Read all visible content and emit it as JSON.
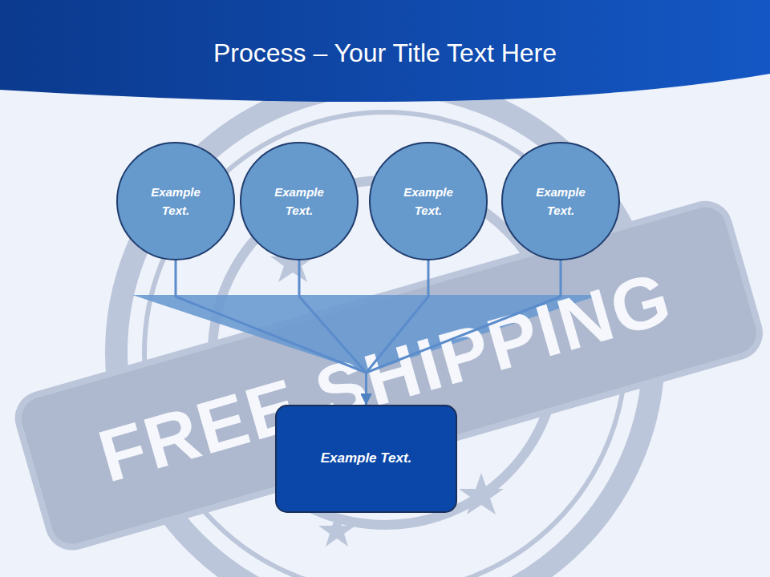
{
  "diagram": {
    "title": "Process – Your Title Text Here",
    "nodes": [
      {
        "text": [
          "Example Text."
        ]
      },
      {
        "text": [
          "Example Text."
        ]
      },
      {
        "text": [
          "Example Text."
        ]
      },
      {
        "text": [
          "Example Text."
        ]
      },
      {
        "text": [
          "Example Text."
        ]
      }
    ],
    "edges": [
      {
        "from": 0,
        "to": 4,
        "arrow": "to"
      },
      {
        "from": 1,
        "to": 4,
        "arrow": "to"
      },
      {
        "from": 2,
        "to": 4,
        "arrow": "to"
      },
      {
        "from": 3,
        "to": 4,
        "arrow": "to"
      }
    ],
    "labels": [
      "FREE SHIPPING"
    ]
  }
}
